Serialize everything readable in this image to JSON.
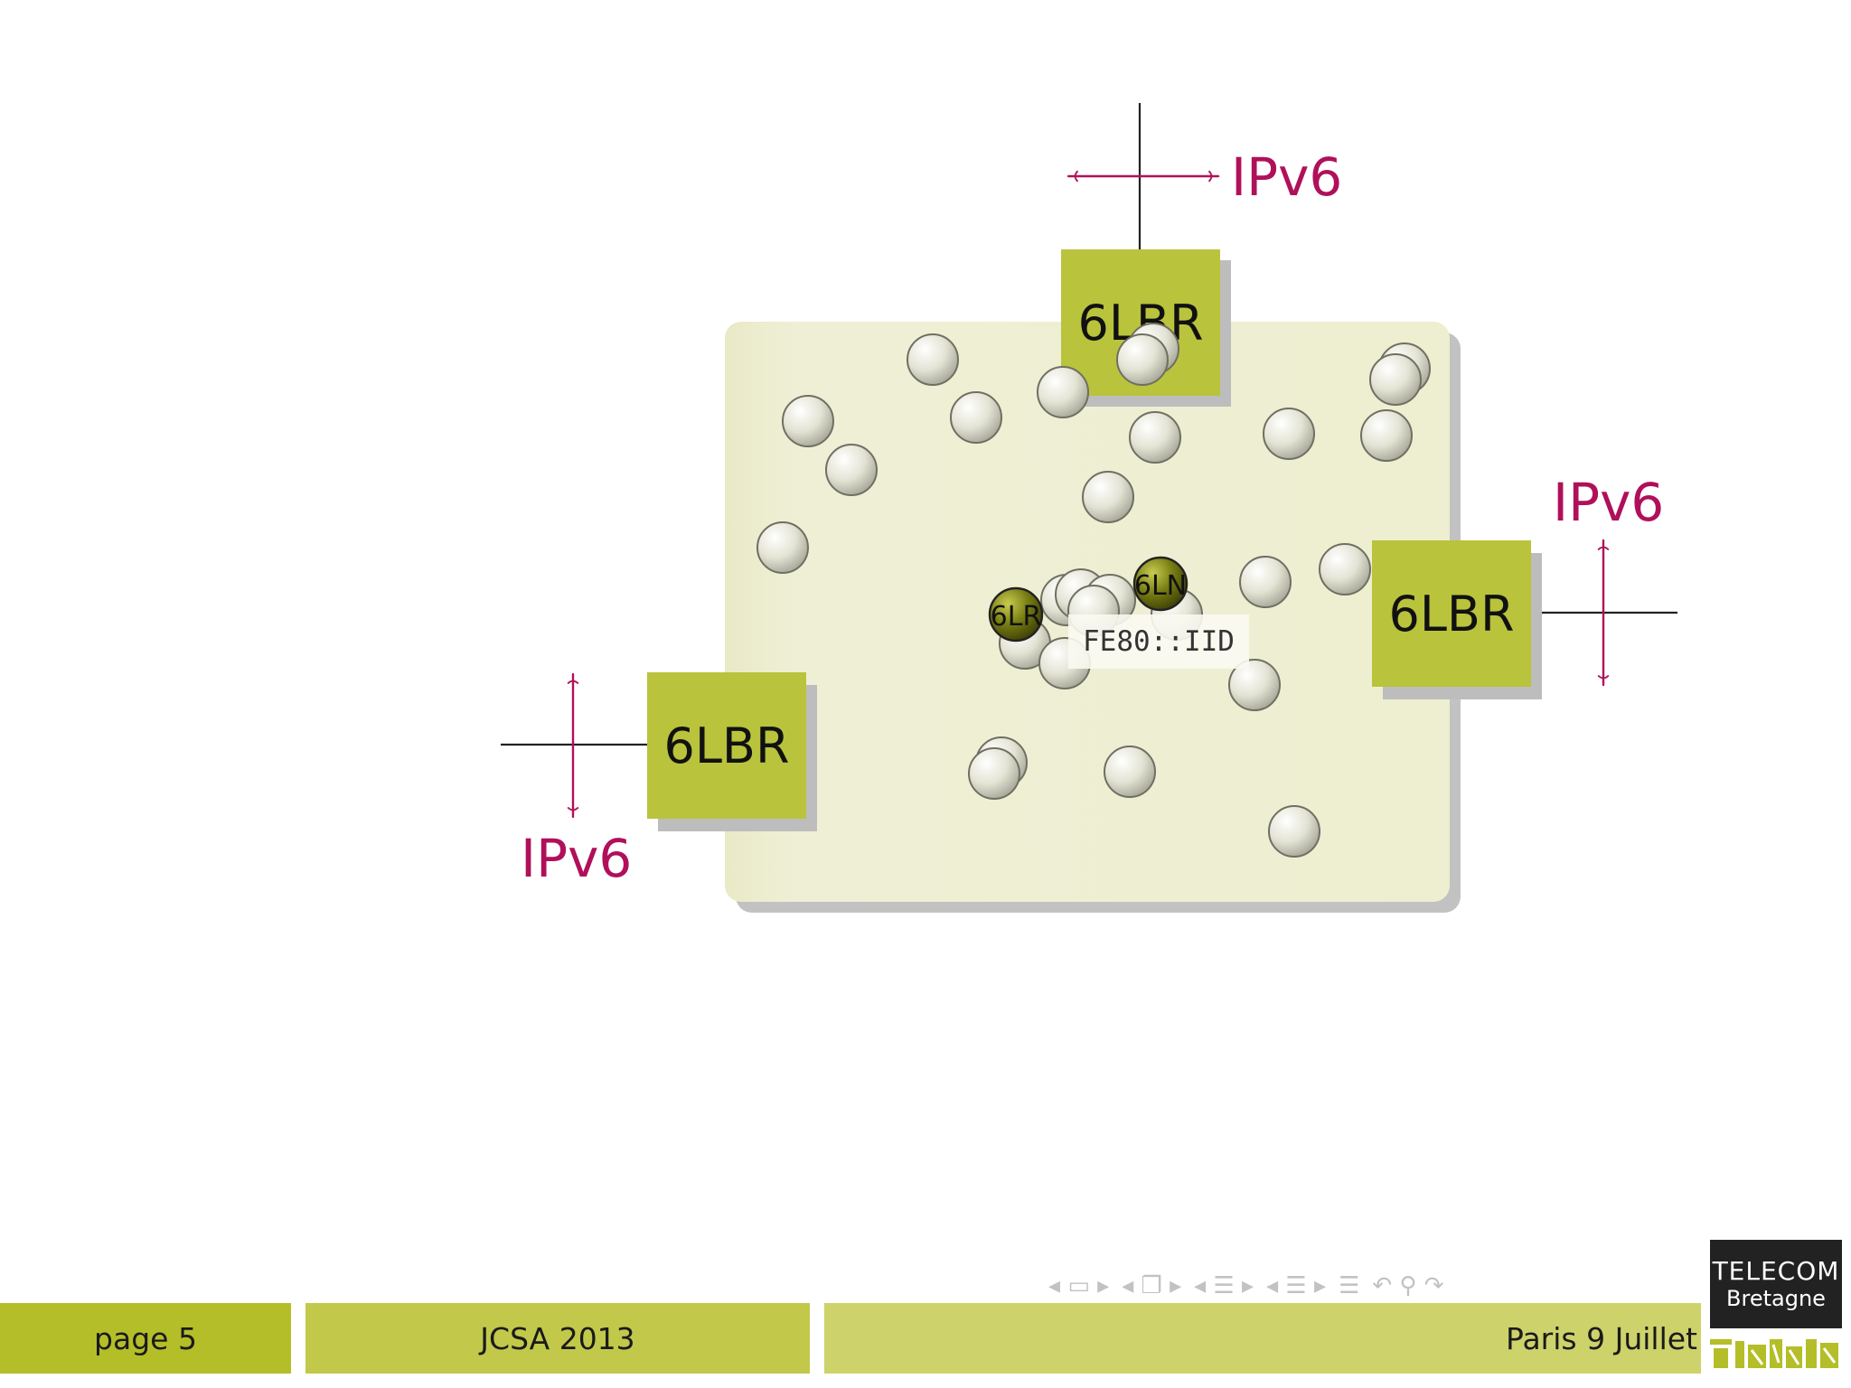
{
  "diagram": {
    "ipv6_label": "IPv6",
    "border_router_label": "6LBR",
    "router_label": "6LR",
    "node_label": "6LN",
    "link_local_address": "FE80::IID",
    "colors": {
      "ipv6": "#b0105a",
      "border_router_box": "#b9c33c",
      "network_area": "#eeeed0",
      "active_node": "#6e7310"
    }
  },
  "footer": {
    "page": "page 5",
    "conference": "JCSA 2013",
    "place_date": "Paris 9 Juillet"
  },
  "nav": {
    "icons": [
      "nav-frame-icon",
      "nav-subsection-icon",
      "nav-section-icon",
      "nav-presentation-icon",
      "nav-search-icon"
    ]
  },
  "logo": {
    "line1": "TELECOM",
    "line2": "Bretagne"
  }
}
